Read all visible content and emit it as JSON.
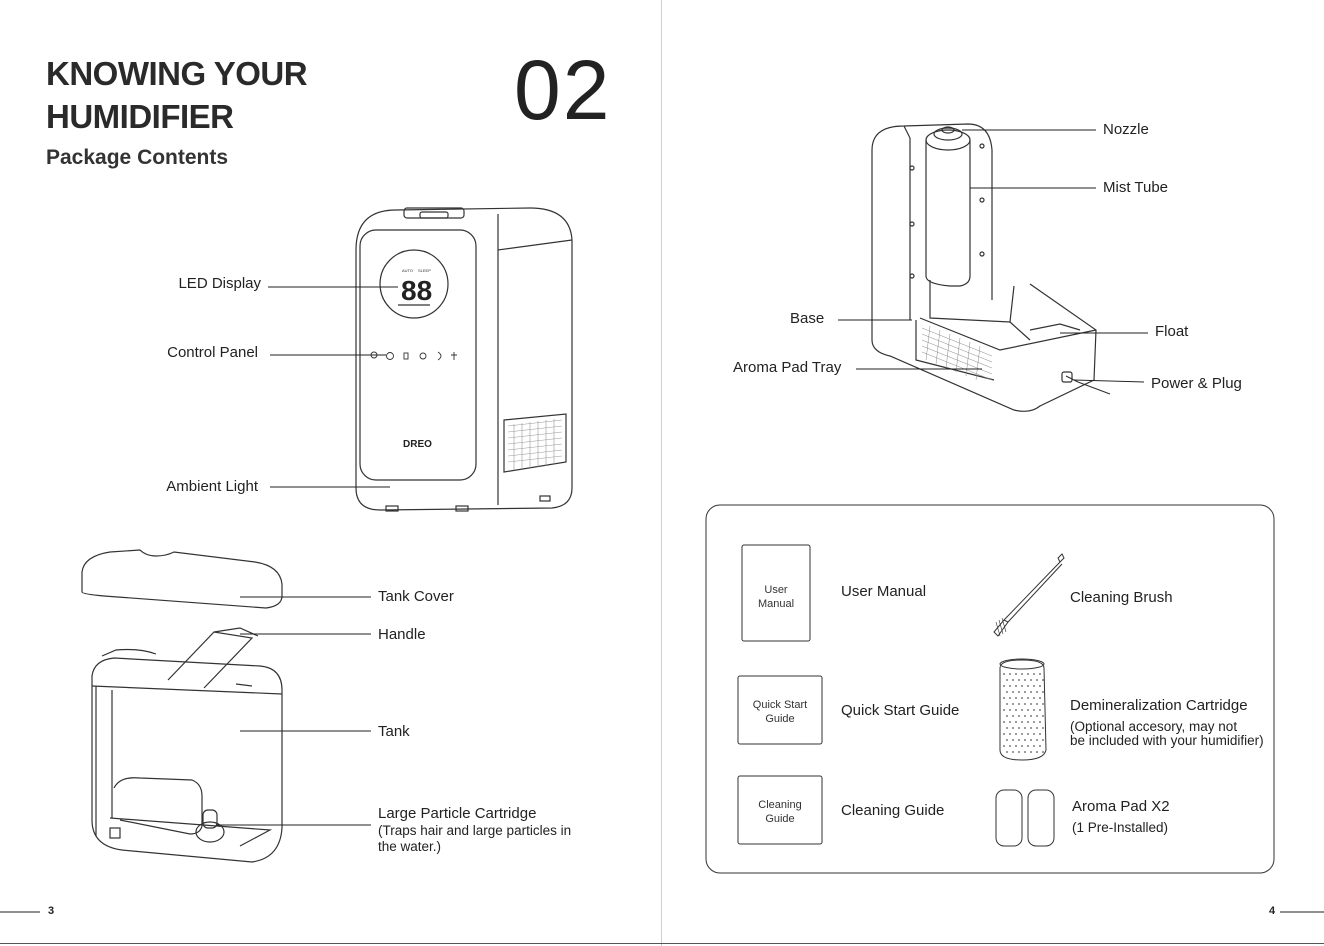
{
  "left_page": {
    "title_line1": "KNOWING YOUR",
    "title_line2": "HUMIDIFIER",
    "subtitle": "Package Contents",
    "chapter_number": "02",
    "page_number": "3",
    "device_brand": "DREO",
    "display_digits": "88",
    "display_mode_auto": "AUTO",
    "display_mode_sleep": "SLEEP",
    "front_labels": {
      "led_display": "LED Display",
      "control_panel": "Control Panel",
      "ambient_light": "Ambient Light"
    },
    "tank_labels": {
      "tank_cover": "Tank Cover",
      "handle": "Handle",
      "tank": "Tank",
      "cartridge": "Large Particle Cartridge",
      "cartridge_note_1": "(Traps hair and large particles in",
      "cartridge_note_2": "the water.)"
    }
  },
  "right_page": {
    "page_number": "4",
    "base_labels": {
      "nozzle": "Nozzle",
      "mist_tube": "Mist Tube",
      "base": "Base",
      "float": "Float",
      "aroma_pad_tray": "Aroma Pad Tray",
      "power_plug": "Power & Plug"
    },
    "contents": {
      "user_manual_doc_1": "User",
      "user_manual_doc_2": "Manual",
      "user_manual": "User Manual",
      "quick_start_doc_1": "Quick Start",
      "quick_start_doc_2": "Guide",
      "quick_start": "Quick Start Guide",
      "cleaning_doc_1": "Cleaning",
      "cleaning_doc_2": "Guide",
      "cleaning_guide": "Cleaning Guide",
      "cleaning_brush": "Cleaning Brush",
      "cartridge": "Demineralization Cartridge",
      "cartridge_note_1": "(Optional accesory, may not",
      "cartridge_note_2": "be included with your humidifier)",
      "aroma_pad": "Aroma Pad X2",
      "aroma_pad_note": "(1 Pre-Installed)"
    }
  }
}
